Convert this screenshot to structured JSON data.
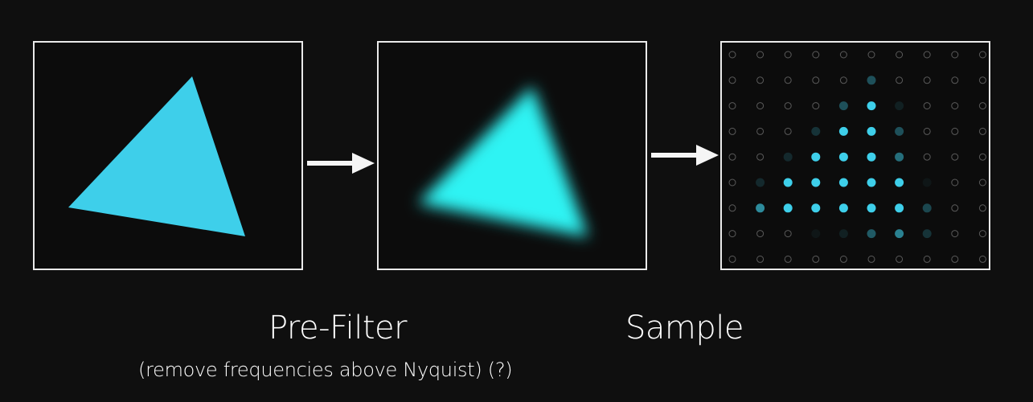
{
  "captions": {
    "prefilter": "Pre-Filter",
    "prefilter_note": "(remove frequencies above Nyquist) (?)",
    "sample": "Sample"
  },
  "colors": {
    "background": "#0f0f0f",
    "frame": "#eaeaea",
    "triangle": "#3ecfea",
    "blurred_triangle": "#2ff3f3",
    "arrow": "#f5f5f5"
  },
  "sample_grid": {
    "rows": 9,
    "cols": 10,
    "intensity": [
      [
        0,
        0,
        0,
        0,
        0,
        0,
        0,
        0,
        0,
        0
      ],
      [
        0,
        0,
        0,
        0,
        0,
        0.35,
        0,
        0,
        0,
        0
      ],
      [
        0,
        0,
        0,
        0,
        0.35,
        1,
        0.1,
        0,
        0,
        0
      ],
      [
        0,
        0,
        0,
        0.2,
        1,
        1,
        0.35,
        0,
        0,
        0
      ],
      [
        0,
        0,
        0.15,
        1,
        1,
        1,
        0.5,
        0,
        0,
        0
      ],
      [
        0,
        0.15,
        1,
        1,
        1,
        1,
        1,
        0.05,
        0,
        0
      ],
      [
        0,
        0.65,
        1,
        1,
        1,
        1,
        1,
        0.3,
        0,
        0
      ],
      [
        0,
        0,
        0,
        0.05,
        0.1,
        0.4,
        0.6,
        0.2,
        0,
        0
      ],
      [
        0,
        0,
        0,
        0,
        0,
        0,
        0,
        0,
        0,
        0
      ]
    ]
  }
}
